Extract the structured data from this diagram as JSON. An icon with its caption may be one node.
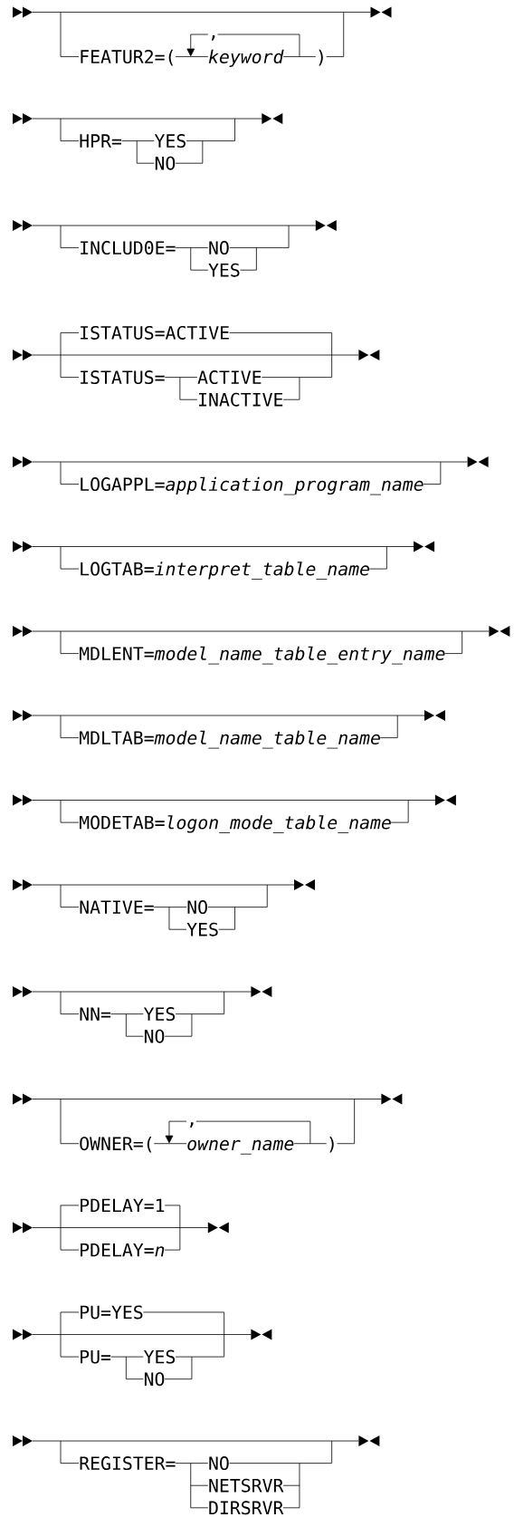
{
  "diagram": {
    "labels": [
      ",",
      "FEATUR2=(",
      "keyword",
      ")",
      "HPR=",
      "YES",
      "NO",
      "INCLUD0E=",
      "NO",
      "YES",
      "ISTATUS=ACTIVE",
      "ISTATUS=",
      "ACTIVE",
      "INACTIVE",
      "LOGAPPL=*application_program_name*",
      "LOGTAB=*interpret_table_name*",
      "MDLENT=*model_name_table_entry_name*",
      "MDLTAB=*model_name_table_name*",
      "MODETAB=*logon_mode_table_name*",
      "NATIVE=",
      "NO",
      "YES",
      "NN=",
      "YES",
      "NO",
      ",",
      "OWNER=(",
      "owner_name",
      ")",
      "PDELAY=1",
      "PDELAY=*n*",
      "PU=YES",
      "PU=",
      "YES",
      "NO",
      "REGISTER=",
      "NO",
      "NETSRVR",
      "DIRSRVR"
    ]
  }
}
